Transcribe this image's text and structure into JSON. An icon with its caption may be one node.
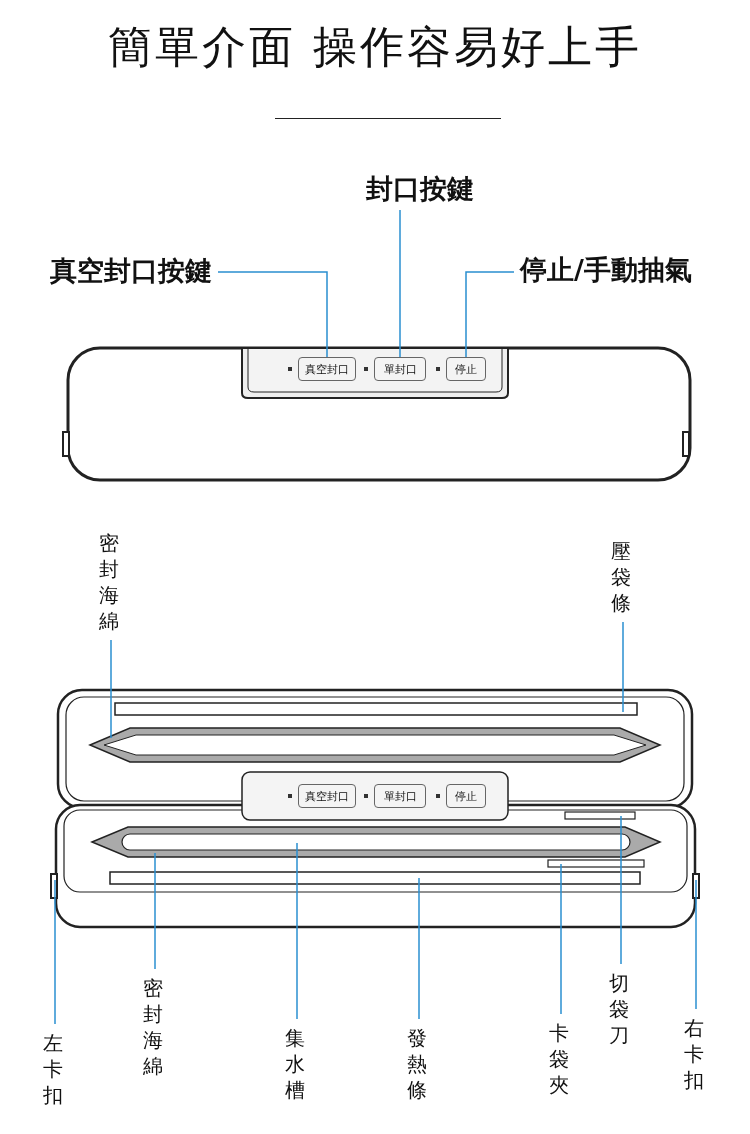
{
  "diagram": {
    "title": "簡單介面 操作容易好上手",
    "nodes": [
      {
        "text": [
          "真空封口按鍵"
        ]
      },
      {
        "text": [
          "封口按鍵"
        ]
      },
      {
        "text": [
          "停止/手動抽氣"
        ]
      },
      {
        "text": [
          "真空封口"
        ]
      },
      {
        "text": [
          "單封口"
        ]
      },
      {
        "text": [
          "停止"
        ]
      },
      {
        "text": [
          "密封海綿"
        ]
      },
      {
        "text": [
          "壓袋條"
        ]
      },
      {
        "text": [
          "真空封口"
        ]
      },
      {
        "text": [
          "單封口"
        ]
      },
      {
        "text": [
          "停止"
        ]
      },
      {
        "text": [
          "左卡扣"
        ]
      },
      {
        "text": [
          "密封海綿"
        ]
      },
      {
        "text": [
          "集水槽"
        ]
      },
      {
        "text": [
          "發熱條"
        ]
      },
      {
        "text": [
          "卡袋夾"
        ]
      },
      {
        "text": [
          "切袋刀"
        ]
      },
      {
        "text": [
          "右卡扣"
        ]
      }
    ],
    "edges": [
      {
        "from": 0,
        "to": 3,
        "arrow": "none"
      },
      {
        "from": 1,
        "to": 4,
        "arrow": "none"
      },
      {
        "from": 2,
        "to": 5,
        "arrow": "none"
      },
      {
        "from": 6,
        "to": null,
        "arrow": "none"
      },
      {
        "from": 7,
        "to": null,
        "arrow": "none"
      },
      {
        "from": 11,
        "to": null,
        "arrow": "none"
      },
      {
        "from": 12,
        "to": null,
        "arrow": "none"
      },
      {
        "from": 13,
        "to": null,
        "arrow": "none"
      },
      {
        "from": 14,
        "to": null,
        "arrow": "none"
      },
      {
        "from": 15,
        "to": null,
        "arrow": "none"
      },
      {
        "from": 16,
        "to": null,
        "arrow": "none"
      },
      {
        "from": 17,
        "to": null,
        "arrow": "none"
      }
    ]
  }
}
